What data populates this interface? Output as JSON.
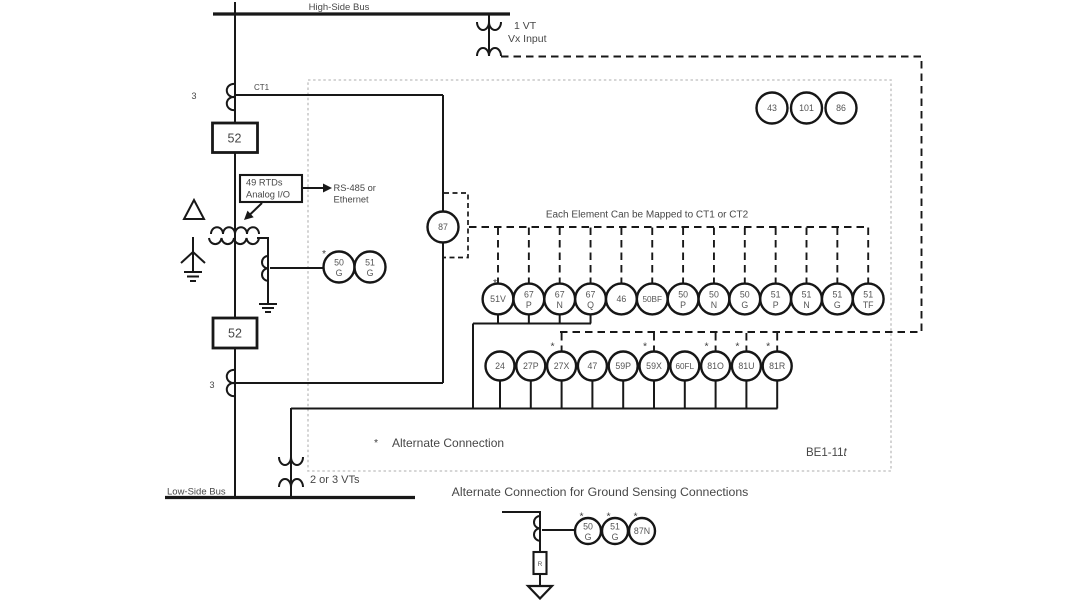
{
  "diagram": {
    "high_side_bus": "High-Side Bus",
    "low_side_bus": "Low-Side Bus",
    "vt_top": {
      "line1": "1 VT",
      "line2": "Vx Input"
    },
    "ct1_label": "CT1",
    "ct1_count": "3",
    "ct2_count": "3",
    "breaker_top": "52",
    "breaker_bottom": "52",
    "rtd_box": {
      "line1": "49 RTDs",
      "line2": "Analog I/O"
    },
    "comm": {
      "line1": "RS-485 or",
      "line2": "Ethernet"
    },
    "diff_element": "87",
    "mapping_note": "Each Element Can be Mapped to CT1 or CT2",
    "aux_elements": [
      "43",
      "101",
      "86"
    ],
    "neutral_elements": [
      {
        "l1": "50",
        "l2": "G",
        "ast": true
      },
      {
        "l1": "51",
        "l2": "G"
      }
    ],
    "row1_elements": [
      {
        "l1": "51V",
        "ast": true,
        "drop": true
      },
      {
        "l1": "67",
        "l2": "P",
        "drop": true
      },
      {
        "l1": "67",
        "l2": "N",
        "drop": true
      },
      {
        "l1": "67",
        "l2": "Q",
        "drop": true
      },
      {
        "l1": "46"
      },
      {
        "l1": "50BF"
      },
      {
        "l1": "50",
        "l2": "P"
      },
      {
        "l1": "50",
        "l2": "N"
      },
      {
        "l1": "50",
        "l2": "G"
      },
      {
        "l1": "51",
        "l2": "P"
      },
      {
        "l1": "51",
        "l2": "N"
      },
      {
        "l1": "51",
        "l2": "G"
      },
      {
        "l1": "51",
        "l2": "TF"
      }
    ],
    "row2_elements": [
      {
        "l1": "24"
      },
      {
        "l1": "27P"
      },
      {
        "l1": "27X",
        "ast": true,
        "alt": true
      },
      {
        "l1": "47"
      },
      {
        "l1": "59P"
      },
      {
        "l1": "59X",
        "ast": true,
        "alt": true
      },
      {
        "l1": "60FL"
      },
      {
        "l1": "81O",
        "ast": true,
        "alt": true
      },
      {
        "l1": "81U",
        "ast": true,
        "alt": true
      },
      {
        "l1": "81R",
        "ast": true,
        "alt": true
      }
    ],
    "alt_marker": "*",
    "alt_note": "Alternate Connection",
    "device_prefix": "BE1-11",
    "device_suffix": "t",
    "vts_label": "2 or 3 VTs",
    "bottom_title": "Alternate Connection for Ground Sensing Connections",
    "ground_sensing_elements": [
      {
        "l1": "50",
        "l2": "G",
        "ast": true
      },
      {
        "l1": "51",
        "l2": "G",
        "ast": true
      },
      {
        "l1": "87N",
        "ast": true
      }
    ],
    "resistor_label": "R"
  }
}
